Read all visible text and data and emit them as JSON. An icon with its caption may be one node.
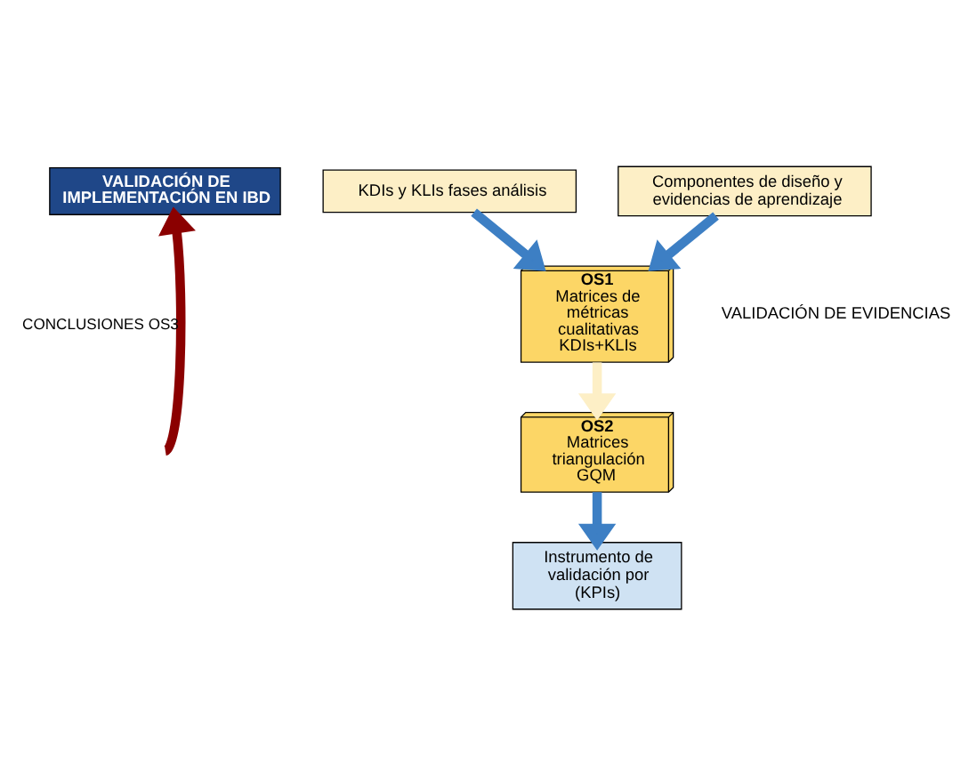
{
  "diagram": {
    "nodes": [
      {
        "text": [
          "VALIDACIÓN DE IMPLEMENTACIÓN EN IBD"
        ]
      },
      {
        "text": [
          "KDIs y KLIs fases análisis"
        ]
      },
      {
        "text": [
          "Componentes de diseño y evidencias de aprendizaje"
        ]
      },
      {
        "text": [
          "OS2",
          "Matrices triangulación GQM"
        ]
      },
      {
        "text": [
          "OS1",
          "Matrices de métricas cualitativas KDIs+KLIs"
        ]
      },
      {
        "text": [
          "Instrumento de validación por (KPIs)"
        ]
      }
    ],
    "edges": [
      {
        "from": 1,
        "to": 4,
        "arrow": "to"
      },
      {
        "from": 2,
        "to": 4,
        "arrow": "to"
      },
      {
        "from": 4,
        "to": 3,
        "arrow": "to",
        "color": "#fdefc6"
      },
      {
        "from": 3,
        "to": 5,
        "arrow": "to"
      },
      {
        "from": null,
        "to": 0,
        "arrow": "to",
        "color": "#8b0000",
        "label": "CONCLUSIONES OS3"
      }
    ],
    "labels": [
      "VALIDACIÓN DE EVIDENCIAS"
    ]
  }
}
